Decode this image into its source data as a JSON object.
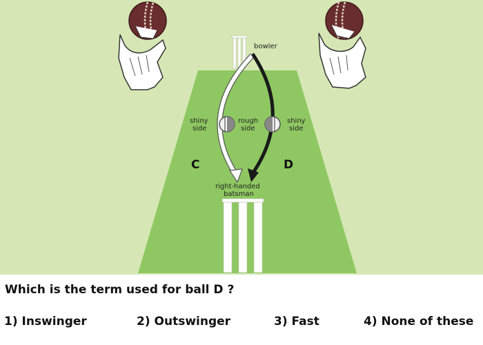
{
  "diagram": {
    "bowler_label": "bowler",
    "batsman_label_line1": "right-handed",
    "batsman_label_line2": "batsman",
    "left_ball": {
      "left_label_1": "shiny",
      "left_label_2": "side",
      "right_label_1": "rough",
      "right_label_2": "side"
    },
    "right_ball": {
      "right_label_1": "shiny",
      "right_label_2": "side"
    },
    "path_c_label": "C",
    "path_d_label": "D"
  },
  "question": "Which is the term used for ball D ?",
  "options": [
    "1) Inswinger",
    "2) Outswinger",
    "3) Fast",
    "4) None of these"
  ],
  "colors": {
    "field": "#d6e7b5",
    "pitch": "#8fc862",
    "ball": "#6a2d2f"
  }
}
